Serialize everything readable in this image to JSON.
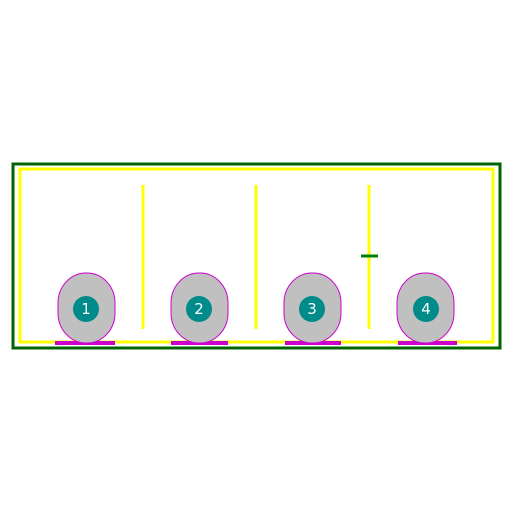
{
  "colors": {
    "background": "#ffffff",
    "outer_border": "#006400",
    "inner_wall": "#ffff00",
    "divider": "#ffff00",
    "pod_fill": "#c0c0c0",
    "pod_outline": "#cc00cc",
    "base_bar": "#cc00cc",
    "badge_fill": "#008b8b",
    "badge_text": "#ffffff",
    "cursor_marker": "#008000"
  },
  "slots": [
    {
      "label": "1"
    },
    {
      "label": "2"
    },
    {
      "label": "3"
    },
    {
      "label": "4"
    }
  ]
}
